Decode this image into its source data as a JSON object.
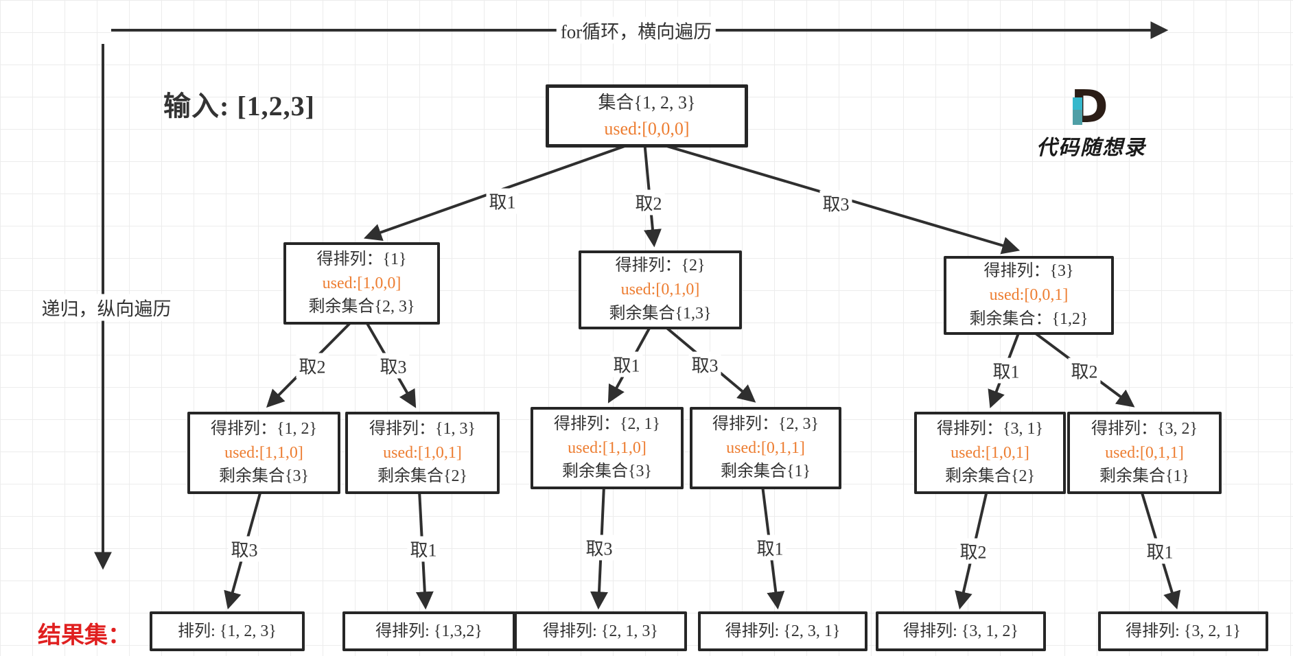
{
  "labels": {
    "top_arrow": "for循环，横向遍历",
    "left_arrow": "递归，纵向遍历",
    "input": "输入: [1,2,3]",
    "result_set": "结果集：",
    "logo_letter": "D",
    "logo_text": "代码随想录"
  },
  "colors": {
    "used": "#ed7d31",
    "result": "#e02020",
    "ink": "#2f2f2f",
    "logo_dark": "#2b1d16",
    "logo_teal": "#35b8cc"
  },
  "tree": {
    "root": {
      "title": "集合{1, 2, 3}",
      "used": "used:[0,0,0]"
    },
    "level2": [
      {
        "title": "得排列：{1}",
        "used": "used:[1,0,0]",
        "rest": "剩余集合{2, 3}"
      },
      {
        "title": "得排列：{2}",
        "used": "used:[0,1,0]",
        "rest": "剩余集合{1,3}"
      },
      {
        "title": "得排列：{3}",
        "used": "used:[0,0,1]",
        "rest": "剩余集合：{1,2}"
      }
    ],
    "level3": [
      {
        "title": "得排列：{1, 2}",
        "used": "used:[1,1,0]",
        "rest": "剩余集合{3}"
      },
      {
        "title": "得排列：{1, 3}",
        "used": "used:[1,0,1]",
        "rest": "剩余集合{2}"
      },
      {
        "title": "得排列：{2, 1}",
        "used": "used:[1,1,0]",
        "rest": "剩余集合{3}"
      },
      {
        "title": "得排列：{2, 3}",
        "used": "used:[0,1,1]",
        "rest": "剩余集合{1}"
      },
      {
        "title": "得排列：{3, 1}",
        "used": "used:[1,0,1]",
        "rest": "剩余集合{2}"
      },
      {
        "title": "得排列：{3, 2}",
        "used": "used:[0,1,1]",
        "rest": "剩余集合{1}"
      }
    ],
    "leaves": [
      "排列: {1, 2, 3}",
      "得排列: {1,3,2}",
      "得排列: {2, 1, 3}",
      "得排列: {2, 3, 1}",
      "得排列: {3, 1, 2}",
      "得排列: {3, 2, 1}"
    ],
    "edge_labels": {
      "l1": [
        "取1",
        "取2",
        "取3"
      ],
      "l2": [
        "取2",
        "取3",
        "取1",
        "取3",
        "取1",
        "取2"
      ],
      "l3": [
        "取3",
        "取1",
        "取3",
        "取1",
        "取2",
        "取1"
      ]
    }
  }
}
